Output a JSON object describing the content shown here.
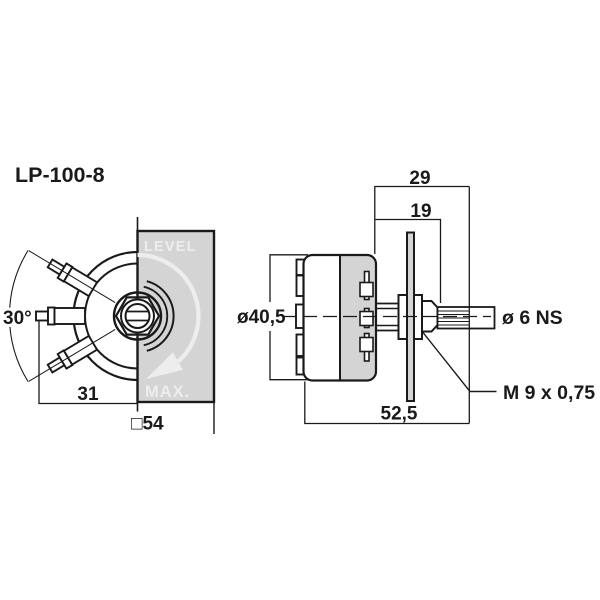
{
  "title": "LP-100-8",
  "front_view": {
    "panel_top_label": "LEVEL",
    "panel_bottom_label": "MAX.",
    "terminal_angle": "30°",
    "terminal_length_dim": "31",
    "panel_size_dim": "□54"
  },
  "side_view": {
    "shaft_total_length_dim": "29",
    "shaft_front_length_dim": "19",
    "body_diameter_dim": "ø40,5",
    "shaft_diameter_label": "ø 6 NS",
    "thread_label": "M 9 x 0,75",
    "total_depth_dim": "52,5"
  },
  "colors": {
    "line": "#1a1a1a",
    "panel_gray": "#d4d4d4",
    "label_light": "#ededed",
    "background": "#ffffff"
  }
}
